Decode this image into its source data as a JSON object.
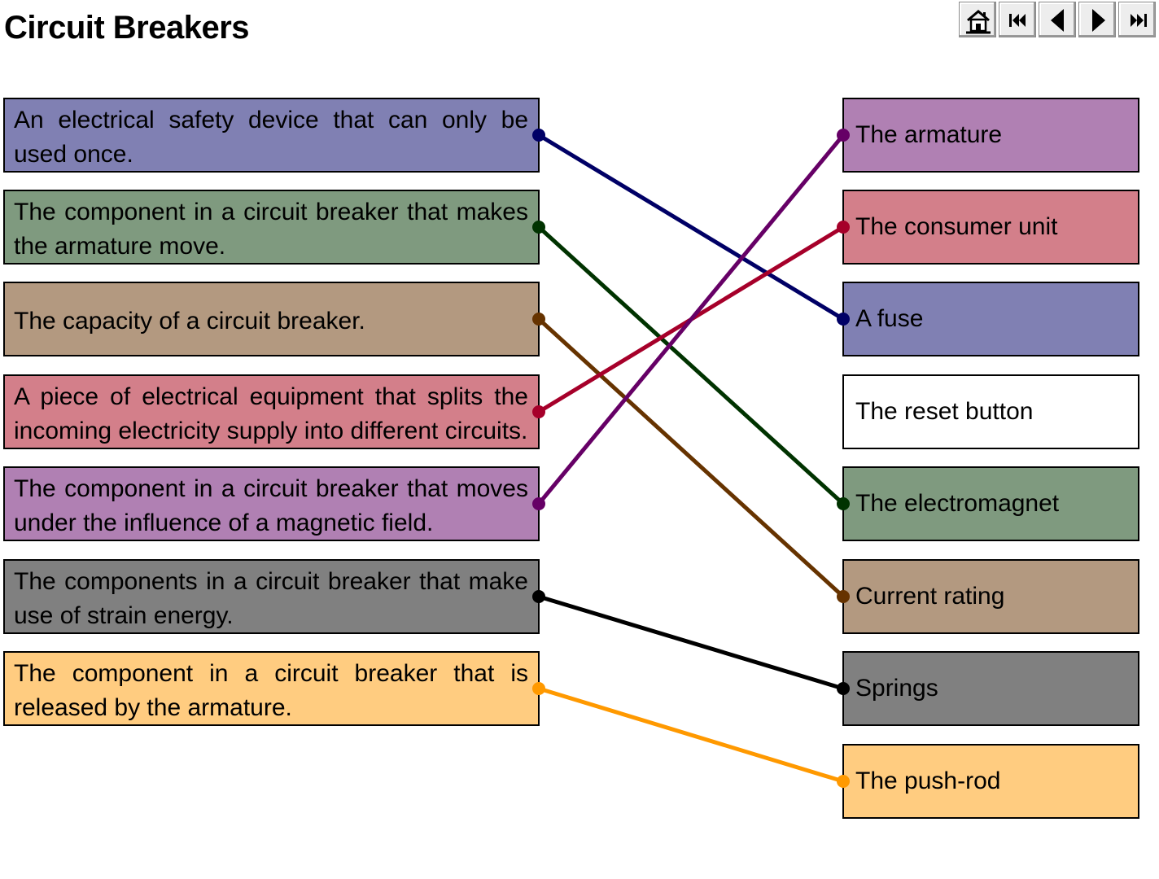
{
  "title": "Circuit Breakers",
  "nav": [
    {
      "name": "home-button",
      "icon": "home-icon"
    },
    {
      "name": "first-button",
      "icon": "skip-first-icon"
    },
    {
      "name": "previous-button",
      "icon": "triangle-left-icon"
    },
    {
      "name": "next-button",
      "icon": "triangle-right-icon"
    },
    {
      "name": "last-button",
      "icon": "skip-last-icon"
    }
  ],
  "definitions": [
    {
      "text": "An electrical safety device that can only be used once.",
      "color": "#8080b3",
      "line_color": "#000066"
    },
    {
      "text": "The component in a circuit breaker that makes the armature move.",
      "color": "#7f9a7f",
      "line_color": "#003300"
    },
    {
      "text": "The capacity of a circuit breaker.",
      "color": "#b39980",
      "line_color": "#663300"
    },
    {
      "text": "A piece of electrical equipment that splits the incoming electricity supply into different circuits.",
      "color": "#d37f8a",
      "line_color": "#a6002a"
    },
    {
      "text": "The component in a circuit breaker that moves under the influence of a magnetic field.",
      "color": "#b080b3",
      "line_color": "#660066"
    },
    {
      "text": "The components in a circuit breaker that make use of strain energy.",
      "color": "#808080",
      "line_color": "#000000"
    },
    {
      "text": "The component in a circuit breaker that is released by the armature.",
      "color": "#ffcc80",
      "line_color": "#ff9900"
    }
  ],
  "terms": [
    {
      "text": "The armature",
      "color": "#b080b3"
    },
    {
      "text": "The consumer unit",
      "color": "#d37f8a"
    },
    {
      "text": "A fuse",
      "color": "#8080b3"
    },
    {
      "text": "The reset button",
      "color": "#ffffff"
    },
    {
      "text": "The electromagnet",
      "color": "#7f9a7f"
    },
    {
      "text": "Current rating",
      "color": "#b39980"
    },
    {
      "text": "Springs",
      "color": "#808080"
    },
    {
      "text": "The push-rod",
      "color": "#ffcc80"
    }
  ],
  "matches": [
    {
      "definition": 0,
      "term": 2
    },
    {
      "definition": 1,
      "term": 4
    },
    {
      "definition": 2,
      "term": 5
    },
    {
      "definition": 3,
      "term": 1
    },
    {
      "definition": 4,
      "term": 0
    },
    {
      "definition": 5,
      "term": 6
    },
    {
      "definition": 6,
      "term": 7
    }
  ]
}
